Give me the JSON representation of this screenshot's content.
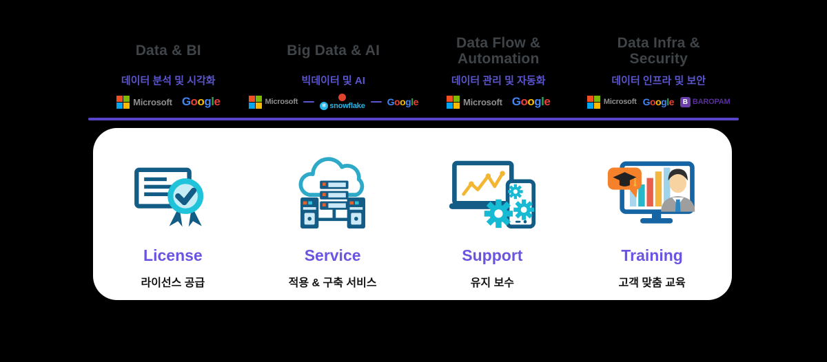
{
  "colors": {
    "background": "#000000",
    "divider": "#5645C8",
    "heading_gray": "#3F4448",
    "subtitle_purple": "#5B55CE",
    "label_purple": "#6A55E1",
    "icon_dark_blue": "#135C85",
    "icon_cyan_ring": "#1FC4DB",
    "icon_teal_gear": "#16BAD2",
    "cloud_teal": "#2FA9C8",
    "chart_yellow": "#F2B632",
    "bubble_orange": "#F5822B",
    "ms_text_gray": "#8E8E8E",
    "ms_red": "#F25022",
    "ms_green": "#7FBA00",
    "ms_blue": "#00A4EF",
    "ms_yellow": "#FFB900",
    "google_blue": "#4285F4",
    "google_red": "#EA4335",
    "google_yellow": "#FBBC05",
    "google_green": "#34A853",
    "snowflake_blue": "#29B5E8",
    "databricks_red": "#E0432D",
    "security_purple": "#5A2E9E"
  },
  "header_columns": [
    {
      "titles": [
        "Data & BI"
      ],
      "subtitle": "데이터 분석 및 시각화"
    },
    {
      "titles": [
        "Big Data & AI"
      ],
      "subtitle": "빅데이터 및 AI"
    },
    {
      "titles": [
        "Data Flow &",
        "Automation"
      ],
      "subtitle": "데이터 관리 및 자동화"
    },
    {
      "titles": [
        "Data Infra &",
        "Security"
      ],
      "subtitle": "데이터 인프라 및 보안"
    }
  ],
  "logos": {
    "microsoft": "Microsoft",
    "google": {
      "g1": "G",
      "o1": "o",
      "o2": "o",
      "g2": "g",
      "l1": "l",
      "e1": "e"
    },
    "snowflake": "snowflake",
    "databricks_icon": "databricks-icon",
    "security_vendor": "BAROPAM",
    "security_vendor_initial": "B"
  },
  "services": [
    {
      "icon": "certificate-badge-icon",
      "label": "License",
      "description": "라이선스 공급"
    },
    {
      "icon": "cloud-servers-icon",
      "label": "Service",
      "description": "적용 & 구축 서비스"
    },
    {
      "icon": "laptop-gears-icon",
      "label": "Support",
      "description": "유지 보수"
    },
    {
      "icon": "training-monitor-icon",
      "label": "Training",
      "description": "고객 맞춤 교육"
    }
  ]
}
